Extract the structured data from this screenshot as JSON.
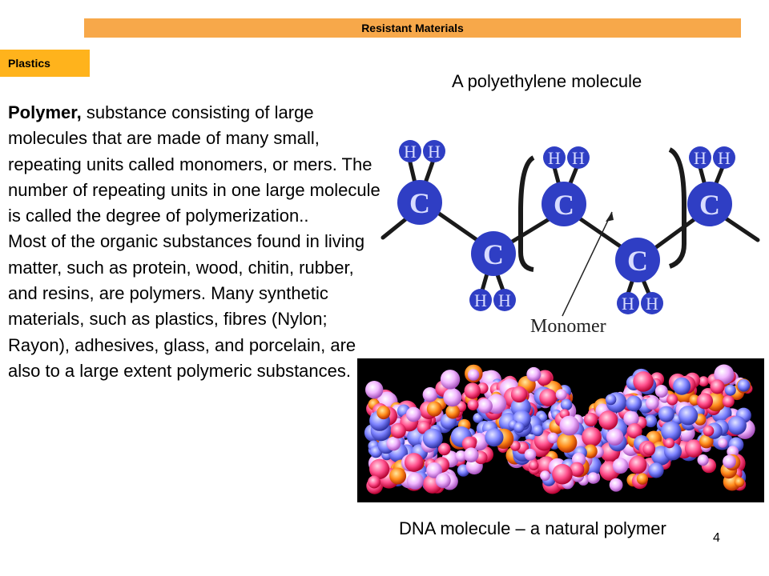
{
  "header": {
    "title": "Resistant Materials"
  },
  "section": {
    "label": "Plastics"
  },
  "figure_top": {
    "caption": "A polyethylene molecule"
  },
  "molecule": {
    "carbon_label": "C",
    "hydrogen_label": "H",
    "monomer_label": "Monomer",
    "colors": {
      "atom": "#2f3ec4",
      "atom_text": "#d8dcff",
      "bond": "#1a1a1a",
      "text": "#222222"
    }
  },
  "body": {
    "term": "Polymer,",
    "paragraph1": " substance consisting of large molecules that are made of many small, repeating units called monomers, or mers. The number of repeating units in one large molecule is called the degree of polymerization..",
    "paragraph2": "Most of the organic substances found in living matter, such as protein, wood, chitin, rubber, and resins, are polymers. Many synthetic materials, such as plastics, fibres (Nylon; Rayon), adhesives, glass, and porcelain, are also to a large extent polymeric substances."
  },
  "figure_bottom": {
    "caption": "DNA molecule – a natural polymer"
  },
  "page": {
    "number": "4"
  },
  "colors": {
    "header_bar": "#f7a84a",
    "section_tab": "#ffb31c"
  }
}
